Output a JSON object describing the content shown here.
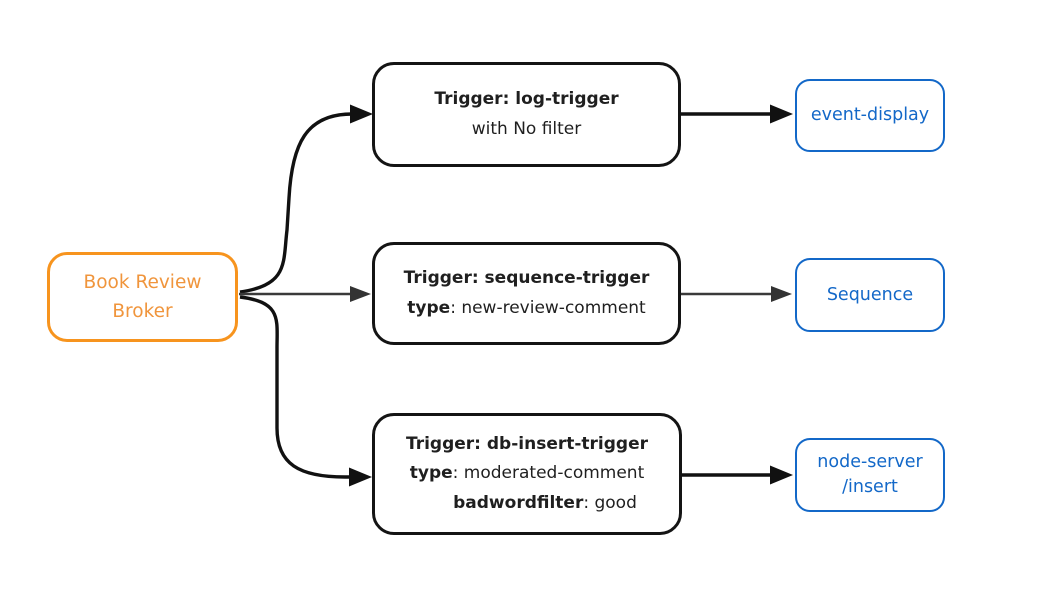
{
  "colors": {
    "orange": "#F7941E",
    "blue": "#1368C8",
    "edge_dark": "#111111",
    "edge_gray": "#3A3A3A",
    "text_dark": "#1F1F1F",
    "background": "#FFFFFF"
  },
  "broker": {
    "name": "Book Review Broker",
    "line1": "Book Review",
    "line2": "Broker"
  },
  "triggers": [
    {
      "id": "log-trigger",
      "title": "Trigger: log-trigger",
      "detail": "with No filter"
    },
    {
      "id": "sequence-trigger",
      "title": "Trigger: sequence-trigger",
      "attrs": [
        {
          "key": "type",
          "value": ": new-review-comment"
        }
      ]
    },
    {
      "id": "db-insert-trigger",
      "title": "Trigger: db-insert-trigger",
      "attrs": [
        {
          "key": "type",
          "value": ": moderated-comment"
        },
        {
          "key": "badwordfilter",
          "value": ": good"
        }
      ]
    }
  ],
  "sinks": [
    {
      "label": "event-display"
    },
    {
      "label": "Sequence"
    },
    {
      "line1": "node-server",
      "line2": "/insert"
    }
  ]
}
